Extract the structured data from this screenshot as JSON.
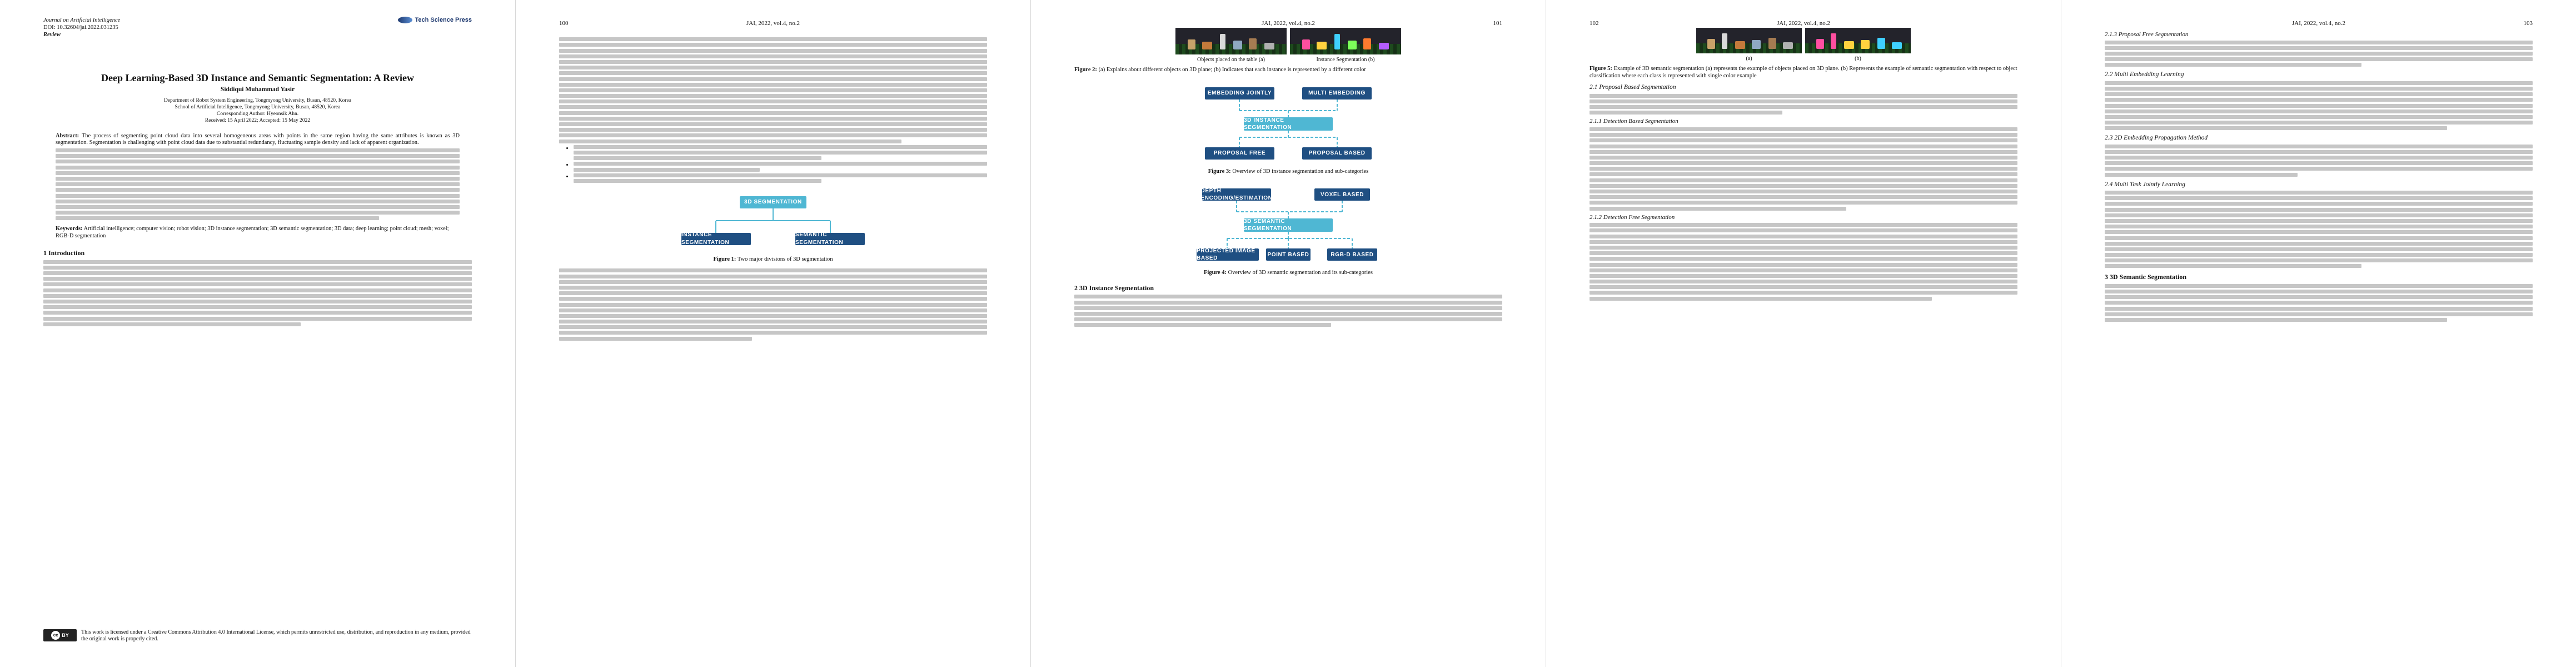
{
  "journal": {
    "name": "Journal on Artificial Intelligence",
    "doi": "DOI: 10.32604/jai.2022.031235",
    "article_type": "Review",
    "publisher": "Tech Science Press",
    "running_head": "JAI, 2022, vol.4, no.2"
  },
  "page_numbers": [
    "100",
    "101",
    "102",
    "103"
  ],
  "paper": {
    "title": "Deep Learning-Based 3D Instance and Semantic Segmentation: A Review",
    "authors": "Siddiqui Muhammad Yasir",
    "affiliation_1": "Department of Robot System Engineering, Tongmyong University, Busan, 48520, Korea",
    "affiliation_2": "School of Artificial Intelligence, Tongmyong University, Busan, 48520, Korea",
    "corresponding": "Corresponding Author: Hyeonsik Ahn.",
    "received": "Received: 15 April 2022; Accepted: 15 May 2022",
    "abstract_label": "Abstract:",
    "abstract_lead": "The process of segmenting point cloud data into several homogeneous areas with points in the same region having the same attributes is known as 3D segmentation. Segmentation is challenging with point cloud data due to substantial redundancy, fluctuating sample density and lack of apparent organization.",
    "keywords_label": "Keywords:",
    "keywords": "Artificial intelligence; computer vision; robot vision; 3D instance segmentation; 3D semantic segmentation; 3D data; deep learning; point cloud; mesh; voxel; RGB-D segmentation"
  },
  "sections": {
    "intro": "1  Introduction",
    "s2": "2  3D Instance Segmentation",
    "s21": "2.1  Proposal Based Segmentation",
    "s211": "2.1.1  Detection Based Segmentation",
    "s212": "2.1.2  Detection Free Segmentation",
    "s213": "2.1.3  Proposal Free Segmentation",
    "s22": "2.2  Multi Embedding Learning",
    "s23": "2.3  2D Embedding Propagation Method",
    "s24": "2.4  Multi Task Jointly Learning",
    "s3": "3  3D Semantic Segmentation"
  },
  "fig1": {
    "top": "3D SEGMENTATION",
    "left": "INSTANCE SEGMENTATION",
    "right": "SEMANTIC SEGMENTATION",
    "caption_label": "Figure 1:",
    "caption": "Two major divisions of 3D segmentation"
  },
  "fig2": {
    "sub_a": "Objects placed on the table (a)",
    "sub_b": "Instance Segmentation (b)",
    "caption_label": "Figure 2:",
    "caption": "(a) Explains about different objects on 3D plane; (b) Indicates that each instance is represented by a different color"
  },
  "fig3": {
    "tl": "EMBEDDING JOINTLY",
    "tr": "MULTI EMBEDDING",
    "center": "3D INSTANCE SEGMENTATION",
    "bl": "PROPOSAL FREE",
    "br": "PROPOSAL BASED",
    "caption_label": "Figure 3:",
    "caption": "Overview of 3D instance segmentation and sub-categories"
  },
  "fig4": {
    "tl": "DEPTH ENCODING/ESTIMATION",
    "tr": "VOXEL BASED",
    "center": "3D SEMANTIC SEGMENTATION",
    "bl": "PROJECTED IMAGE BASED",
    "bm": "POINT BASED",
    "br": "RGB-D BASED",
    "caption_label": "Figure 4:",
    "caption": "Overview of 3D semantic segmentation and its sub-categories"
  },
  "fig5": {
    "sub_a": "(a)",
    "sub_b": "(b)",
    "caption_label": "Figure 5:",
    "caption": "Example of 3D semantic segmentation (a) represents the example of objects placed on 3D plane. (b) Represents the example of semantic segmentation with respect to object classification where each class is represented with single color example"
  },
  "license_text": "This work is licensed under a Creative Commons Attribution 4.0 International License, which permits unrestricted use, distribution, and reproduction in any medium, provided the original work is properly cited.",
  "colors": {
    "box": "#1f4f82",
    "center_box": "#4fb7d3",
    "link": "#1a4fb5"
  }
}
